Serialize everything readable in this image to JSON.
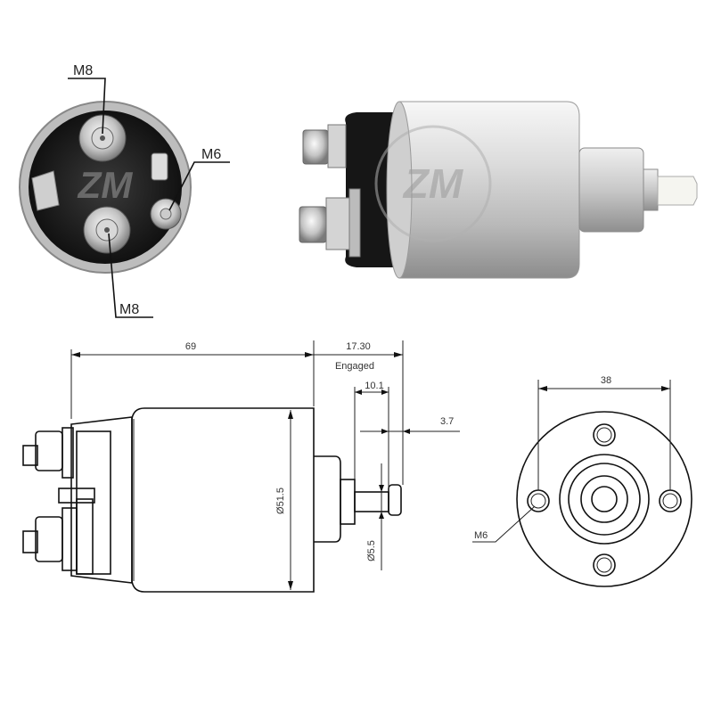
{
  "photo_end": {
    "label_m8_top": "M8",
    "label_m6": "M6",
    "label_m8_bottom": "M8"
  },
  "drawing_side": {
    "length_body": "69",
    "engaged_travel": "17.30",
    "engaged_label": "Engaged",
    "plunger_length": "10.1",
    "plunger_gap": "3.7",
    "body_diameter": "Ø51.5",
    "plunger_diameter": "Ø5.5"
  },
  "drawing_front": {
    "bolt_spacing": "38",
    "mount_thread": "M6"
  },
  "colors": {
    "metal_light": "#e4e4e4",
    "metal_dark": "#8a8a8a",
    "bakelite": "#1a1a1a",
    "watermark": "#9a9a9a"
  }
}
